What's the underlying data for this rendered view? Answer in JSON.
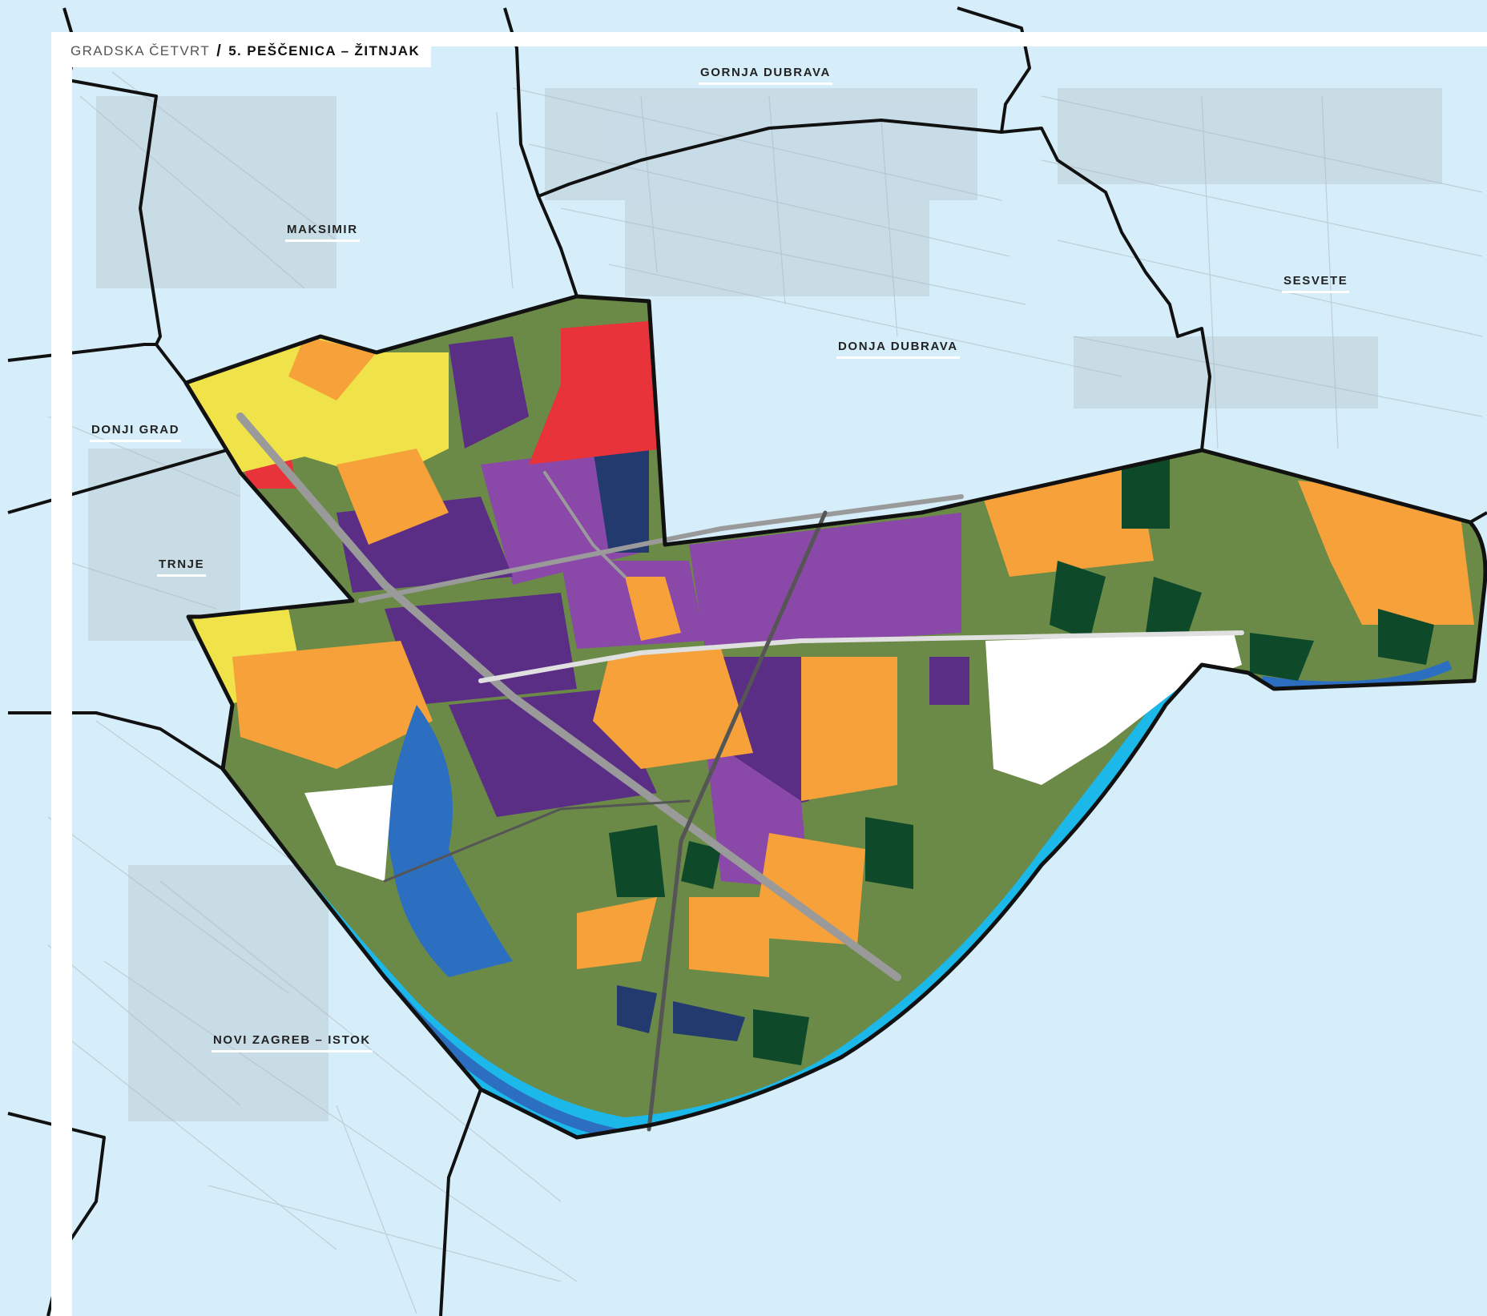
{
  "header": {
    "prefix": "GRADSKA ČETVRT",
    "separator": "/",
    "district": "5. PEŠČENICA – ŽITNJAK"
  },
  "districts": [
    {
      "id": "gornja-dubrava",
      "name": "GORNJA DUBRAVA"
    },
    {
      "id": "maksimir",
      "name": "MAKSIMIR"
    },
    {
      "id": "sesvete",
      "name": "SESVETE"
    },
    {
      "id": "donja-dubrava",
      "name": "DONJA DUBRAVA"
    },
    {
      "id": "donji-grad",
      "name": "DONJI GRAD"
    },
    {
      "id": "trnje",
      "name": "TRNJE"
    },
    {
      "id": "novi-zagreb-istok",
      "name": "NOVI ZAGREB – ISTOK"
    }
  ],
  "colors": {
    "background": "#d6eef9",
    "green_space": "#6b8a47",
    "forest": "#0e4a2a",
    "residential_low": "#f7a13a",
    "residential_dense": "#f0e34a",
    "industrial": "#5b2e86",
    "commercial": "#8a48a8",
    "public_red": "#e8333a",
    "river": "#1cb8ea",
    "river_bank": "#2c6fc0",
    "navy": "#223a6e",
    "road": "#9a9a9a",
    "boundary": "#111111"
  }
}
